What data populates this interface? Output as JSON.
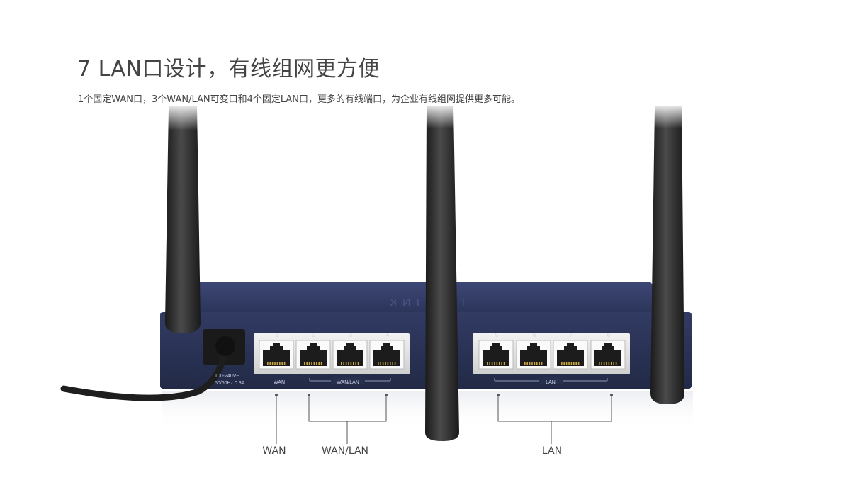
{
  "headline": "7 LAN口设计，有线组网更方便",
  "subline": "1个固定WAN口，3个WAN/LAN可变口和4个固定LAN口，更多的有线端口，为企业有线组网提供更多可能。",
  "router": {
    "brand": "TP-LINK",
    "power_rating_line1": "100-240V~",
    "power_rating_line2": "50/60Hz 0.3A",
    "port_numbers": [
      "1",
      "2",
      "3",
      "4",
      "5",
      "6",
      "7",
      "8"
    ],
    "group_labels": {
      "wan": "WAN",
      "wan_lan": "WAN/LAN",
      "lan": "LAN"
    }
  },
  "callouts": {
    "wan": "WAN",
    "wan_lan": "WAN/LAN",
    "lan": "LAN"
  },
  "colors": {
    "router_body": "#2a3355",
    "router_top": "#3a4470",
    "antenna": "#2a2a2a",
    "port_frame": "#e8e8e8",
    "callout_line": "#555555"
  }
}
